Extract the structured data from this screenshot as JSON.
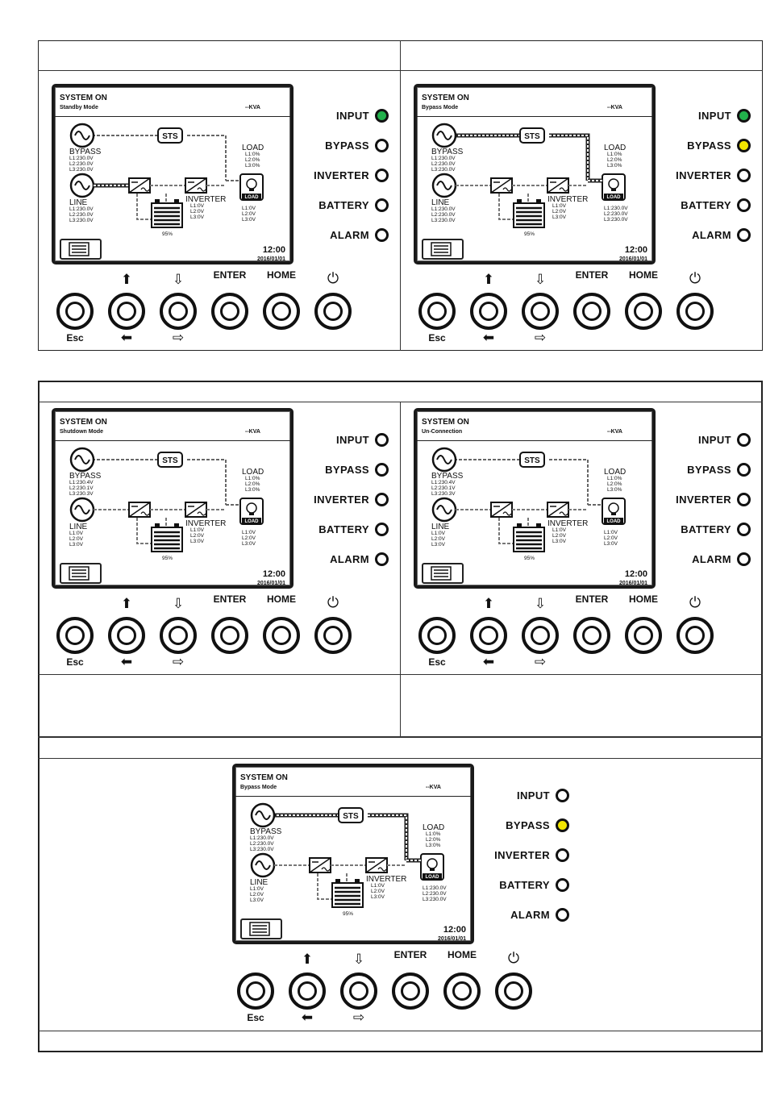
{
  "panels": [
    {
      "lcd": {
        "title": "SYSTEM ON",
        "mode": "Standby Mode",
        "kva": "--KVA",
        "time": "12:00",
        "date": "2016/01/01",
        "bypass_label": "BYPASS",
        "bypass_lines": [
          "L1:230.0V",
          "L2:230.0V",
          "L3:230.0V"
        ],
        "line_label": "LINE",
        "line_lines": [
          "L1:230.0V",
          "L2:230.0V",
          "L3:230.0V"
        ],
        "sts": "STS",
        "load_label": "LOAD",
        "load_lines": [
          "L1:0%",
          "L2:0%",
          "L3:0%"
        ],
        "inverter_label": "INVERTER",
        "inverter_lines": [
          "L1:0V",
          "L2:0V",
          "L3:0V"
        ],
        "output_lines": [
          "L1:0V",
          "L2:0V",
          "L3:0V"
        ],
        "battery_pct": "95%",
        "load_icon_text": "LOAD"
      },
      "flow": "standby",
      "indicators": [
        {
          "label": "INPUT",
          "state": "green"
        },
        {
          "label": "BYPASS",
          "state": "off"
        },
        {
          "label": "INVERTER",
          "state": "off"
        },
        {
          "label": "BATTERY",
          "state": "off"
        },
        {
          "label": "ALARM",
          "state": "off"
        }
      ]
    },
    {
      "lcd": {
        "title": "SYSTEM ON",
        "mode": "Bypass Mode",
        "kva": "--KVA",
        "time": "12:00",
        "date": "2016/01/01",
        "bypass_label": "BYPASS",
        "bypass_lines": [
          "L1:230.0V",
          "L2:230.0V",
          "L3:230.0V"
        ],
        "line_label": "LINE",
        "line_lines": [
          "L1:230.0V",
          "L2:230.0V",
          "L3:230.0V"
        ],
        "sts": "STS",
        "load_label": "LOAD",
        "load_lines": [
          "L1:0%",
          "L2:0%",
          "L3:0%"
        ],
        "inverter_label": "INVERTER",
        "inverter_lines": [
          "L1:0V",
          "L2:0V",
          "L3:0V"
        ],
        "output_lines": [
          "L1:230.0V",
          "L2:230.0V",
          "L3:230.0V"
        ],
        "battery_pct": "95%",
        "load_icon_text": "LOAD"
      },
      "flow": "bypass",
      "indicators": [
        {
          "label": "INPUT",
          "state": "green"
        },
        {
          "label": "BYPASS",
          "state": "yellow"
        },
        {
          "label": "INVERTER",
          "state": "off"
        },
        {
          "label": "BATTERY",
          "state": "off"
        },
        {
          "label": "ALARM",
          "state": "off"
        }
      ]
    },
    {
      "lcd": {
        "title": "SYSTEM ON",
        "mode": "Shutdown Mode",
        "kva": "--KVA",
        "time": "12:00",
        "date": "2016/01/01",
        "bypass_label": "BYPASS",
        "bypass_lines": [
          "L1:230.4V",
          "L2:230.1V",
          "L3:230.3V"
        ],
        "line_label": "LINE",
        "line_lines": [
          "L1:0V",
          "L2:0V",
          "L3:0V"
        ],
        "sts": "STS",
        "load_label": "LOAD",
        "load_lines": [
          "L1:0%",
          "L2:0%",
          "L3:0%"
        ],
        "inverter_label": "INVERTER",
        "inverter_lines": [
          "L1:0V",
          "L2:0V",
          "L3:0V"
        ],
        "output_lines": [
          "L1:0V",
          "L2:0V",
          "L3:0V"
        ],
        "battery_pct": "95%",
        "load_icon_text": "LOAD"
      },
      "flow": "off",
      "indicators": [
        {
          "label": "INPUT",
          "state": "off"
        },
        {
          "label": "BYPASS",
          "state": "off"
        },
        {
          "label": "INVERTER",
          "state": "off"
        },
        {
          "label": "BATTERY",
          "state": "off"
        },
        {
          "label": "ALARM",
          "state": "off"
        }
      ]
    },
    {
      "lcd": {
        "title": "SYSTEM ON",
        "mode": "Un-Connection",
        "kva": "--KVA",
        "time": "12:00",
        "date": "2016/01/01",
        "bypass_label": "BYPASS",
        "bypass_lines": [
          "L1:230.4V",
          "L2:230.1V",
          "L3:230.3V"
        ],
        "line_label": "LINE",
        "line_lines": [
          "L1:0V",
          "L2:0V",
          "L3:0V"
        ],
        "sts": "STS",
        "load_label": "LOAD",
        "load_lines": [
          "L1:0%",
          "L2:0%",
          "L3:0%"
        ],
        "inverter_label": "INVERTER",
        "inverter_lines": [
          "L1:0V",
          "L2:0V",
          "L3:0V"
        ],
        "output_lines": [
          "L1:0V",
          "L2:0V",
          "L3:0V"
        ],
        "battery_pct": "95%",
        "load_icon_text": "LOAD"
      },
      "flow": "off",
      "indicators": [
        {
          "label": "INPUT",
          "state": "off"
        },
        {
          "label": "BYPASS",
          "state": "off"
        },
        {
          "label": "INVERTER",
          "state": "off"
        },
        {
          "label": "BATTERY",
          "state": "off"
        },
        {
          "label": "ALARM",
          "state": "off"
        }
      ]
    },
    {
      "lcd": {
        "title": "SYSTEM ON",
        "mode": "Bypass Mode",
        "kva": "--KVA",
        "time": "12:00",
        "date": "2016/01/01",
        "bypass_label": "BYPASS",
        "bypass_lines": [
          "L1:230.0V",
          "L2:230.0V",
          "L3:230.0V"
        ],
        "line_label": "LINE",
        "line_lines": [
          "L1:0V",
          "L2:0V",
          "L3:0V"
        ],
        "sts": "STS",
        "load_label": "LOAD",
        "load_lines": [
          "L1:0%",
          "L2:0%",
          "L3:0%"
        ],
        "inverter_label": "INVERTER",
        "inverter_lines": [
          "L1:0V",
          "L2:0V",
          "L3:0V"
        ],
        "output_lines": [
          "L1:230.0V",
          "L2:230.0V",
          "L3:230.0V"
        ],
        "battery_pct": "95%",
        "load_icon_text": "LOAD"
      },
      "flow": "bypass",
      "indicators": [
        {
          "label": "INPUT",
          "state": "off"
        },
        {
          "label": "BYPASS",
          "state": "yellow"
        },
        {
          "label": "INVERTER",
          "state": "off"
        },
        {
          "label": "BATTERY",
          "state": "off"
        },
        {
          "label": "ALARM",
          "state": "off"
        }
      ]
    }
  ],
  "buttons": {
    "esc": "Esc",
    "up_icon": "arrow-up-filled-icon",
    "down_icon": "arrow-down-outline-icon",
    "enter": "ENTER",
    "home": "HOME",
    "power_icon": "power-icon",
    "left_icon": "arrow-left-filled-icon",
    "right_icon": "arrow-right-outline-icon"
  },
  "colors": {
    "led_green": "#22b14c",
    "led_yellow": "#f2e600"
  }
}
